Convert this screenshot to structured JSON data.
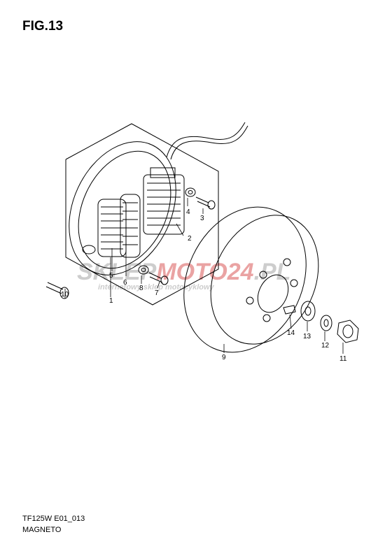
{
  "figure": {
    "title": "FIG.13"
  },
  "footer": {
    "model_code": "TF125W E01_013",
    "section_name": "MAGNETO"
  },
  "watermark": {
    "brand_part1": "SKLEP",
    "brand_part2": "MOTO",
    "brand_part3": "24",
    "brand_part4": ".PL",
    "tagline": "internetowy sklep motocyklowy",
    "colors": {
      "gray": "#c8c8c8",
      "red": "#e89a9a"
    }
  },
  "callouts": [
    {
      "number": "1"
    },
    {
      "number": "2"
    },
    {
      "number": "3"
    },
    {
      "number": "4"
    },
    {
      "number": "5"
    },
    {
      "number": "6"
    },
    {
      "number": "7"
    },
    {
      "number": "8"
    },
    {
      "number": "9"
    },
    {
      "number": "10"
    },
    {
      "number": "11"
    },
    {
      "number": "12"
    },
    {
      "number": "13"
    },
    {
      "number": "14"
    }
  ]
}
